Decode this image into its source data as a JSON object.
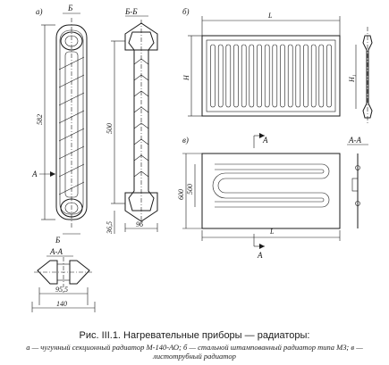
{
  "figure": {
    "panel_labels": {
      "a": "а)",
      "b": "б)",
      "v": "в)"
    },
    "section_labels": {
      "b_b": "Б-Б",
      "a_a_bottom": "А-А",
      "a_a_right": "А-А",
      "b_mark": "Б",
      "b_mark2": "Б"
    },
    "arrow_labels": {
      "a_left": "А",
      "v_top": "А",
      "v_bottom": "А"
    },
    "dimensions": {
      "height_582": "582",
      "height_500": "500",
      "dim_36_5": "36,5",
      "width_96": "96",
      "width_95_5": "95,5",
      "width_140": "140",
      "L_top": "L",
      "H_left": "H",
      "H1": "H₁",
      "height_600": "600",
      "height_500_v": "500",
      "L_v": "L"
    }
  },
  "caption": {
    "title": "Рис. III.1. Нагревательные приборы — радиаторы:",
    "body": "а — чугунный секционный радиатор М-140-АО; б — стальной штампованный радиатор типа МЗ; в — листотрубный радиатор"
  }
}
